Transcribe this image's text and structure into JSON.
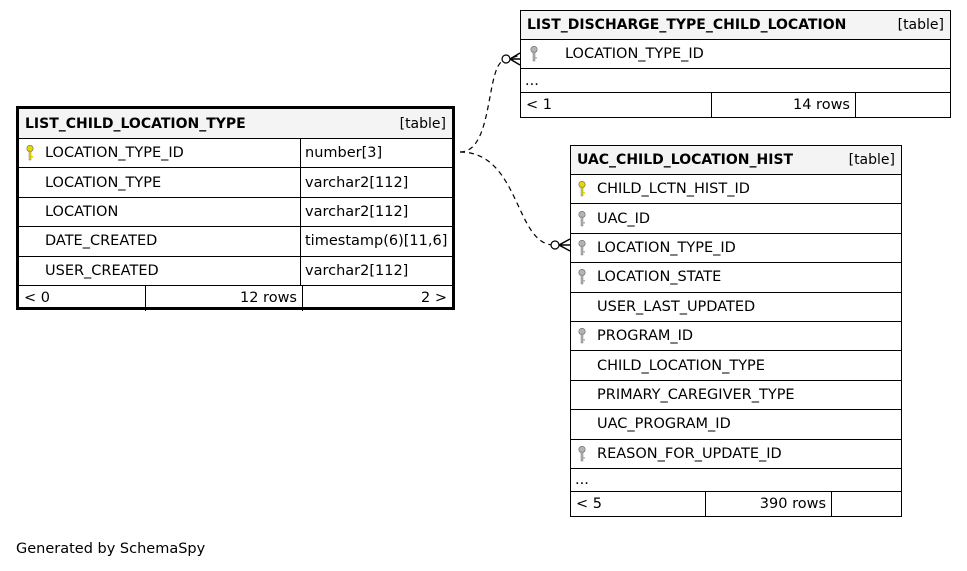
{
  "focus_table": {
    "name": "LIST_CHILD_LOCATION_TYPE",
    "kind": "[table]",
    "columns": [
      {
        "name": "LOCATION_TYPE_ID",
        "type": "number[3]",
        "key": "primary"
      },
      {
        "name": "LOCATION_TYPE",
        "type": "varchar2[112]",
        "key": "none"
      },
      {
        "name": "LOCATION",
        "type": "varchar2[112]",
        "key": "none"
      },
      {
        "name": "DATE_CREATED",
        "type": "timestamp(6)[11,6]",
        "key": "none"
      },
      {
        "name": "USER_CREATED",
        "type": "varchar2[112]",
        "key": "none"
      }
    ],
    "footer": {
      "parents": "< 0",
      "rows": "12 rows",
      "children": "2 >"
    }
  },
  "discharge_table": {
    "name": "LIST_DISCHARGE_TYPE_CHILD_LOCATION",
    "kind": "[table]",
    "columns": [
      {
        "name": "LOCATION_TYPE_ID",
        "key": "foreign"
      }
    ],
    "ellipsis": "...",
    "footer": {
      "parents": "< 1",
      "rows": "14 rows",
      "children": ""
    }
  },
  "hist_table": {
    "name": "UAC_CHILD_LOCATION_HIST",
    "kind": "[table]",
    "columns": [
      {
        "name": "CHILD_LCTN_HIST_ID",
        "key": "primary"
      },
      {
        "name": "UAC_ID",
        "key": "foreign"
      },
      {
        "name": "LOCATION_TYPE_ID",
        "key": "foreign"
      },
      {
        "name": "LOCATION_STATE",
        "key": "foreign"
      },
      {
        "name": "USER_LAST_UPDATED",
        "key": "none"
      },
      {
        "name": "PROGRAM_ID",
        "key": "foreign"
      },
      {
        "name": "CHILD_LOCATION_TYPE",
        "key": "none"
      },
      {
        "name": "PRIMARY_CAREGIVER_TYPE",
        "key": "none"
      },
      {
        "name": "UAC_PROGRAM_ID",
        "key": "none"
      },
      {
        "name": "REASON_FOR_UPDATE_ID",
        "key": "foreign"
      }
    ],
    "ellipsis": "...",
    "footer": {
      "parents": "< 5",
      "rows": "390 rows",
      "children": ""
    }
  },
  "generated_by": "Generated by SchemaSpy",
  "colors": {
    "primary_key": "#e6d800",
    "foreign_key": "#b4b4b4",
    "header_bg": "#f4f4f4"
  },
  "icons": {
    "primary": "primary-key-icon",
    "foreign": "foreign-key-icon"
  }
}
